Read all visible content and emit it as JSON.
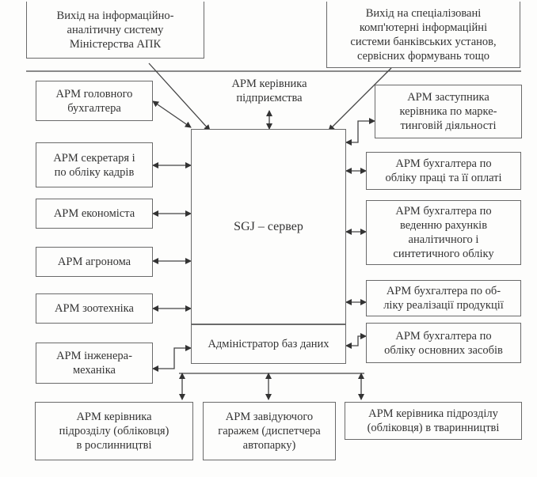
{
  "top_left": "Вихід на інформаційно-\nаналітичну систему\nМіністерства АПК",
  "top_right": "Вихід на спеціалізовані\nкомп'ютерні інформаційні\nсистеми банківських установ,\nсервісних формувань тощо",
  "director": "АРМ керівника\nпідприємства",
  "server": "SGJ – сервер",
  "db_admin": "Адміністратор баз даних",
  "left": [
    "АРМ головного\nбухгалтера",
    "АРМ секретаря і\nпо обліку кадрів",
    "АРМ економіста",
    "АРМ агронома",
    "АРМ зоотехніка",
    "АРМ інженера-\nмеханіка"
  ],
  "right": [
    "АРМ заступника\nкерівника по марке-\nтинговій діяльності",
    "АРМ бухгалтера по\nобліку праці та її оплаті",
    "АРМ бухгалтера по\nведенню рахунків\nаналітичного і\nсинтетичного обліку",
    "АРМ бухгалтера по об-\nліку реалізації продукції",
    "АРМ бухгалтера по\nобліку основних засобів"
  ],
  "bottom": [
    "АРМ керівника\nпідрозділу (обліковця)\nв рослинництві",
    "АРМ завідуючого\nгаражем (диспетчера\nавтопарку)",
    "АРМ керівника підрозділу\n(обліковця) в тваринництві"
  ]
}
